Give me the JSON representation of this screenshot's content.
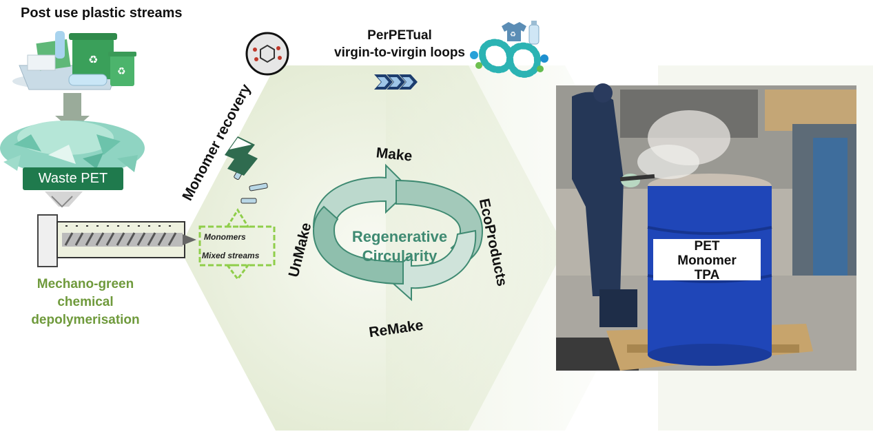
{
  "title": "Post use plastic streams",
  "perpetual": {
    "title": "PerPETual",
    "subtitle": "virgin-to-virgin loops"
  },
  "waste_badge": "Waste PET",
  "depolymerisation": {
    "line1": "Mechano-green",
    "line2": "chemical",
    "line3": "depolymerisation"
  },
  "monomer_recovery": "Monomer recovery",
  "output_box": {
    "line1": "Monomers",
    "line2": "Mixed streams"
  },
  "cycle": {
    "make": "Make",
    "unmake": "UnMake",
    "remake": "ReMake",
    "ecoproducts": "EcoProducts",
    "center_line1": "Regenerative",
    "center_line2": "Circularity"
  },
  "photo_label": {
    "line1": "PET",
    "line2": "Monomer",
    "line3": "TPA"
  },
  "colors": {
    "hexagon_fill": "#e4ecd5",
    "cycle_arrow": "#a9ccbf",
    "cycle_outline": "#3f8a72",
    "badge_green": "#1f7a4d",
    "label_green": "#6f9a3c",
    "drum_blue": "#1f46b8"
  },
  "icons": [
    "recycling-bins-icon",
    "pet-flakes-icon",
    "down-arrow-icon",
    "extruder-icon",
    "molecule-icon",
    "chevron-arrows-icon",
    "infinity-loop-icon",
    "tshirt-icon",
    "bottle-icon"
  ]
}
